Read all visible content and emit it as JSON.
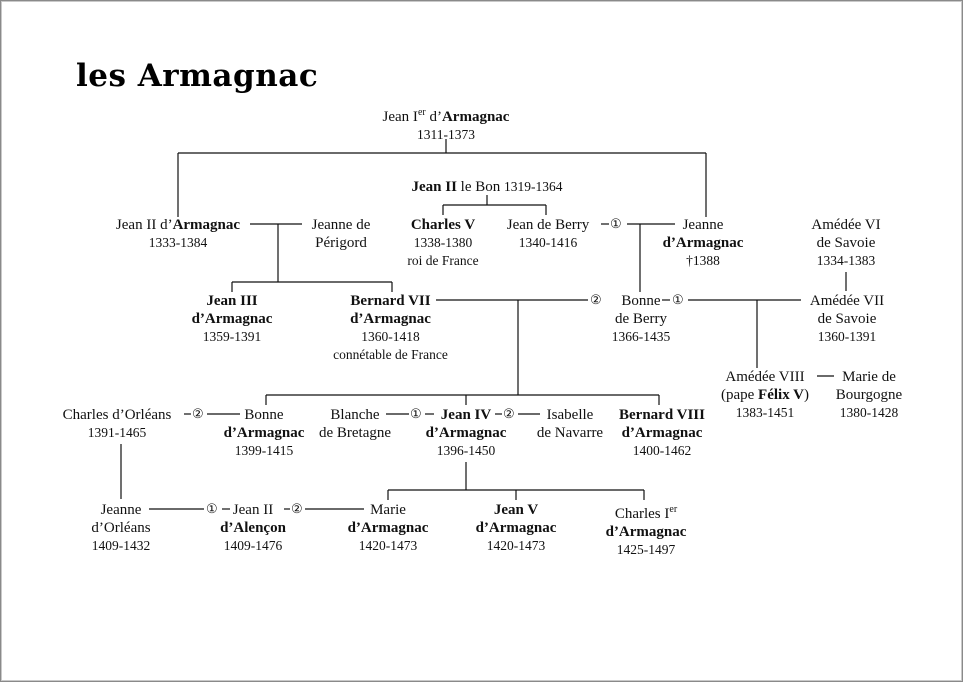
{
  "title": "les Armagnac",
  "marks": {
    "first": "①",
    "second": "②"
  },
  "people": {
    "jean1": {
      "l1_pre": "Jean I",
      "l1_sup": "er",
      "l1_mid": " d’",
      "l1_bold": "Armagnac",
      "dates": "1311-1373"
    },
    "jean2_bon": {
      "l1_bold": "Jean II",
      "l1_rest": " le Bon",
      "dates": "1319-1364"
    },
    "jean2_arm": {
      "l1_pre": "Jean II d’",
      "l1_bold": "Armagnac",
      "dates": "1333-1384"
    },
    "jeanne_perigord": {
      "l1": "Jeanne de",
      "l2": "Périgord"
    },
    "charles5": {
      "l1_bold": "Charles V",
      "dates": "1338-1380",
      "note": "roi de France"
    },
    "jean_berry": {
      "l1": "Jean de Berry",
      "dates": "1340-1416"
    },
    "jeanne_arm": {
      "l1": "Jeanne",
      "l2_bold": "d’Armagnac",
      "dates": "†1388"
    },
    "amedee6": {
      "l1": "Amédée VI",
      "l2": "de Savoie",
      "dates": "1334-1383"
    },
    "jean3": {
      "l1_bold": "Jean III",
      "l2_bold": "d’Armagnac",
      "dates": "1359-1391"
    },
    "bernard7": {
      "l1_bold": "Bernard VII",
      "l2_bold": "d’Armagnac",
      "dates": "1360-1418",
      "note": "connétable de France"
    },
    "bonne_berry": {
      "l1": "Bonne",
      "l2": "de Berry",
      "dates": "1366-1435"
    },
    "amedee7": {
      "l1": "Amédée VII",
      "l2": "de Savoie",
      "dates": "1360-1391"
    },
    "amedee8": {
      "l1": "Amédée VIII",
      "l2_pre": "(pape ",
      "l2_bold": "Félix V",
      "l2_post": ")",
      "dates": "1383-1451"
    },
    "marie_bourgogne": {
      "l1": "Marie de",
      "l2": "Bourgogne",
      "dates": "1380-1428"
    },
    "charles_orleans": {
      "l1": "Charles d’Orléans",
      "dates": "1391-1465"
    },
    "bonne_arm": {
      "l1": "Bonne",
      "l2_bold": "d’Armagnac",
      "dates": "1399-1415"
    },
    "blanche": {
      "l1": "Blanche",
      "l2": "de Bretagne"
    },
    "jean4": {
      "l1_bold": "Jean IV",
      "l2_bold": "d’Armagnac",
      "dates": "1396-1450"
    },
    "isabelle": {
      "l1": "Isabelle",
      "l2": "de Navarre"
    },
    "bernard8": {
      "l1_bold": "Bernard VIII",
      "l2_bold": "d’Armagnac",
      "dates": "1400-1462"
    },
    "jeanne_orleans": {
      "l1": "Jeanne",
      "l2": "d’Orléans",
      "dates": "1409-1432"
    },
    "jean2_alencon": {
      "l1": "Jean II",
      "l2_bold": "d’Alençon",
      "dates": "1409-1476"
    },
    "marie_arm": {
      "l1": "Marie",
      "l2_bold": "d’Armagnac",
      "dates": "1420-1473"
    },
    "jean5": {
      "l1_bold": "Jean V",
      "l2_bold": "d’Armagnac",
      "dates": "1420-1473"
    },
    "charles1": {
      "l1_pre": "Charles I",
      "l1_sup": "er",
      "l2_bold": "d’Armagnac",
      "dates": "1425-1497"
    }
  }
}
